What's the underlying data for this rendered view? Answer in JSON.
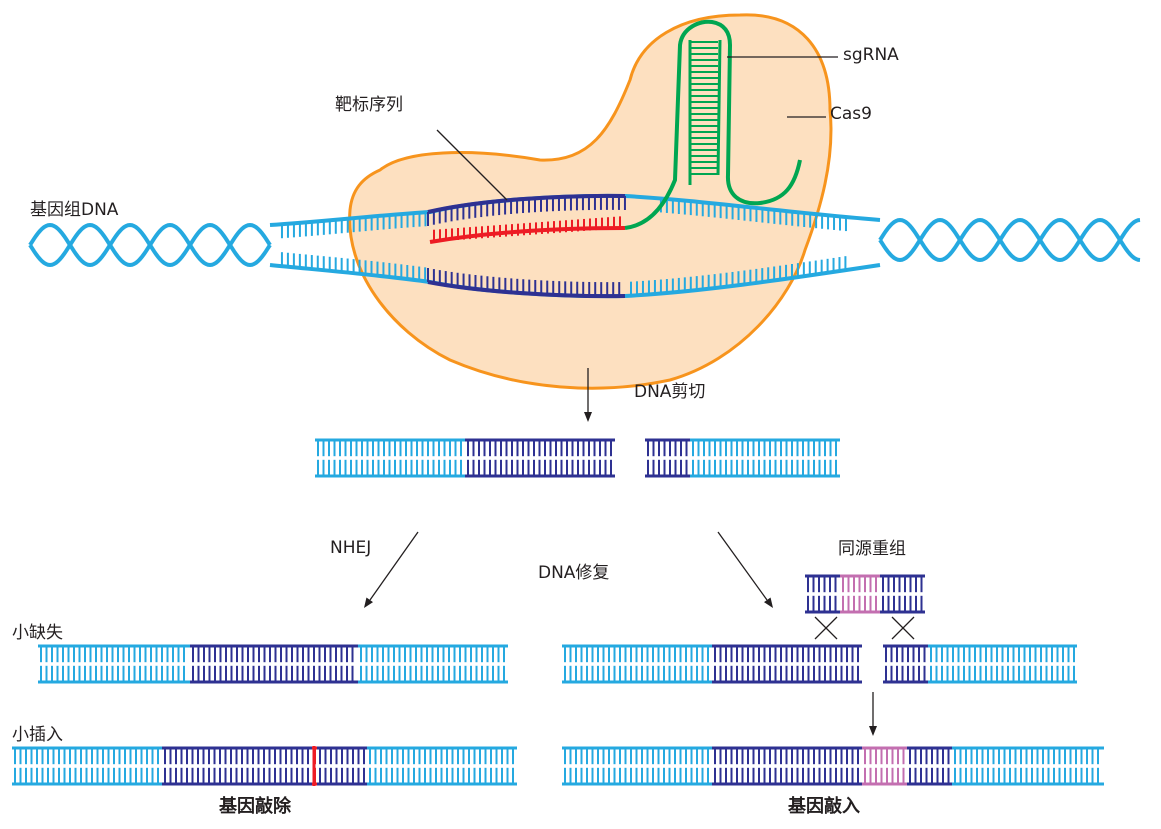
{
  "labels": {
    "target_sequence": "靶标序列",
    "sgrna": "sgRNA",
    "cas9": "Cas9",
    "genomic_dna": "基因组DNA",
    "dna_cleavage": "DNA剪切",
    "nhej": "NHEJ",
    "dna_repair": "DNA修复",
    "homologous_recombination": "同源重组",
    "small_deletion": "小缺失",
    "small_insertion": "小插入",
    "gene_knockout": "基因敲除",
    "gene_knockin": "基因敲入"
  },
  "colors": {
    "dna_light": "#25a9e0",
    "dna_dark": "#2e3192",
    "target_red": "#ed1c24",
    "sgrna_green": "#00a651",
    "donor_pink": "#c36fb0",
    "cas9_fill": "#fde0c0",
    "cas9_outline": "#f7941d",
    "line": "#231f20"
  }
}
